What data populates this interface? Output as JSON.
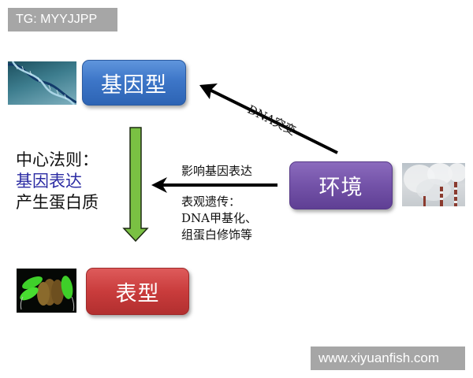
{
  "watermarks": {
    "top": "TG: MYYJJPP",
    "bottom": "www.xiyuanfish.com"
  },
  "nodes": {
    "genotype": {
      "label": "基因型",
      "color": "#3d76c8",
      "image": "dna-double-helix"
    },
    "environment": {
      "label": "环境",
      "color": "#7352a8",
      "image": "industrial-smokestacks"
    },
    "phenotype": {
      "label": "表型",
      "color": "#c93c3c",
      "image": "glowing-green-mice"
    }
  },
  "central_dogma": {
    "line1": "中心法则：",
    "line2": "基因表达",
    "line3": "产生蛋白质",
    "highlight_color": "#2b2ba3"
  },
  "edges": {
    "mutation": {
      "from": "environment",
      "to": "genotype",
      "label": "DNA突变"
    },
    "expression": {
      "from": "environment",
      "to": "central-dogma-arrow",
      "label_above": "影响基因表达",
      "label_below_1": "表观遗传：",
      "label_below_2": "DNA甲基化、",
      "label_below_3": "组蛋白修饰等"
    },
    "dogma_arrow": {
      "from": "genotype",
      "to": "phenotype",
      "color": "#7ac143"
    }
  }
}
